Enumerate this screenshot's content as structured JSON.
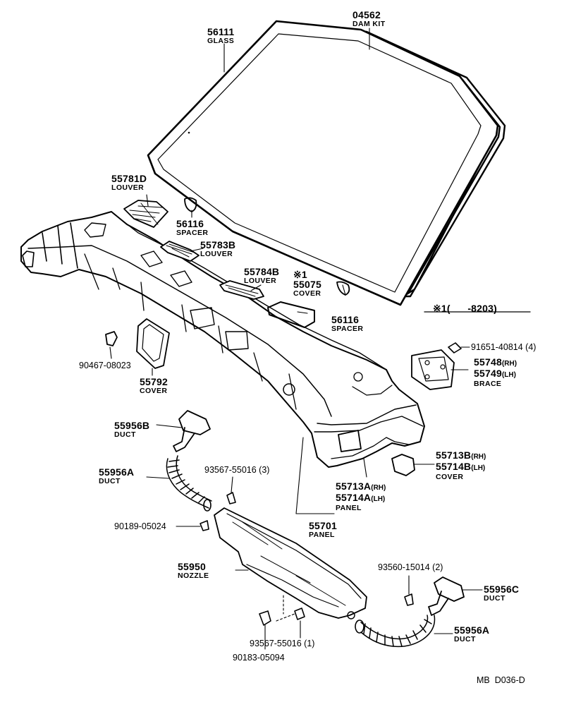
{
  "callouts": {
    "dam_kit": {
      "number": "04562",
      "name": "DAM KIT"
    },
    "glass": {
      "number": "56111",
      "name": "GLASS"
    },
    "louver_d": {
      "number": "55781D",
      "name": "LOUVER"
    },
    "spacer_left": {
      "number": "56116",
      "name": "SPACER"
    },
    "louver_b": {
      "number": "55783B",
      "name": "LOUVER"
    },
    "louver_b2": {
      "number": "55784B",
      "name": "LOUVER"
    },
    "cover_55075": {
      "mark": "※1",
      "number": "55075",
      "name": "COVER"
    },
    "spacer_right": {
      "number": "56116",
      "name": "SPACER"
    },
    "date_note": {
      "text": "※1(      -8203)"
    },
    "clip_90467": {
      "number": "90467-08023"
    },
    "cover_55792": {
      "number": "55792",
      "name": "COVER"
    },
    "bolt_91651": {
      "number": "91651-40814 (4)"
    },
    "brace": {
      "number_rh": "55748",
      "suffix_rh": "(RH)",
      "number_lh": "55749",
      "suffix_lh": "(LH)",
      "name": "BRACE"
    },
    "duct_55956b": {
      "number": "55956B",
      "name": "DUCT"
    },
    "duct_55956a_left": {
      "number": "55956A",
      "name": "DUCT"
    },
    "screw_93567_3": {
      "number": "93567-55016 (3)"
    },
    "cover_55713b": {
      "number_rh": "55713B",
      "suffix_rh": "(RH)",
      "number_lh": "55714B",
      "suffix_lh": "(LH)",
      "name": "COVER"
    },
    "panel_55713a": {
      "number_rh": "55713A",
      "suffix_rh": "(RH)",
      "number_lh": "55714A",
      "suffix_lh": "(LH)",
      "name": "PANEL"
    },
    "clip_90189": {
      "number": "90189-05024"
    },
    "panel_55701": {
      "number": "55701",
      "name": "PANEL"
    },
    "nozzle": {
      "number": "55950",
      "name": "NOZZLE"
    },
    "screw_93560": {
      "number": "93560-15014 (2)"
    },
    "duct_55956c": {
      "number": "55956C",
      "name": "DUCT"
    },
    "duct_55956a_right": {
      "number": "55956A",
      "name": "DUCT"
    },
    "screw_93567_1": {
      "number": "93567-55016 (1)"
    },
    "nut_90183": {
      "number": "90183-05094"
    },
    "drawing_code": {
      "text": "MB  D036-D"
    }
  }
}
